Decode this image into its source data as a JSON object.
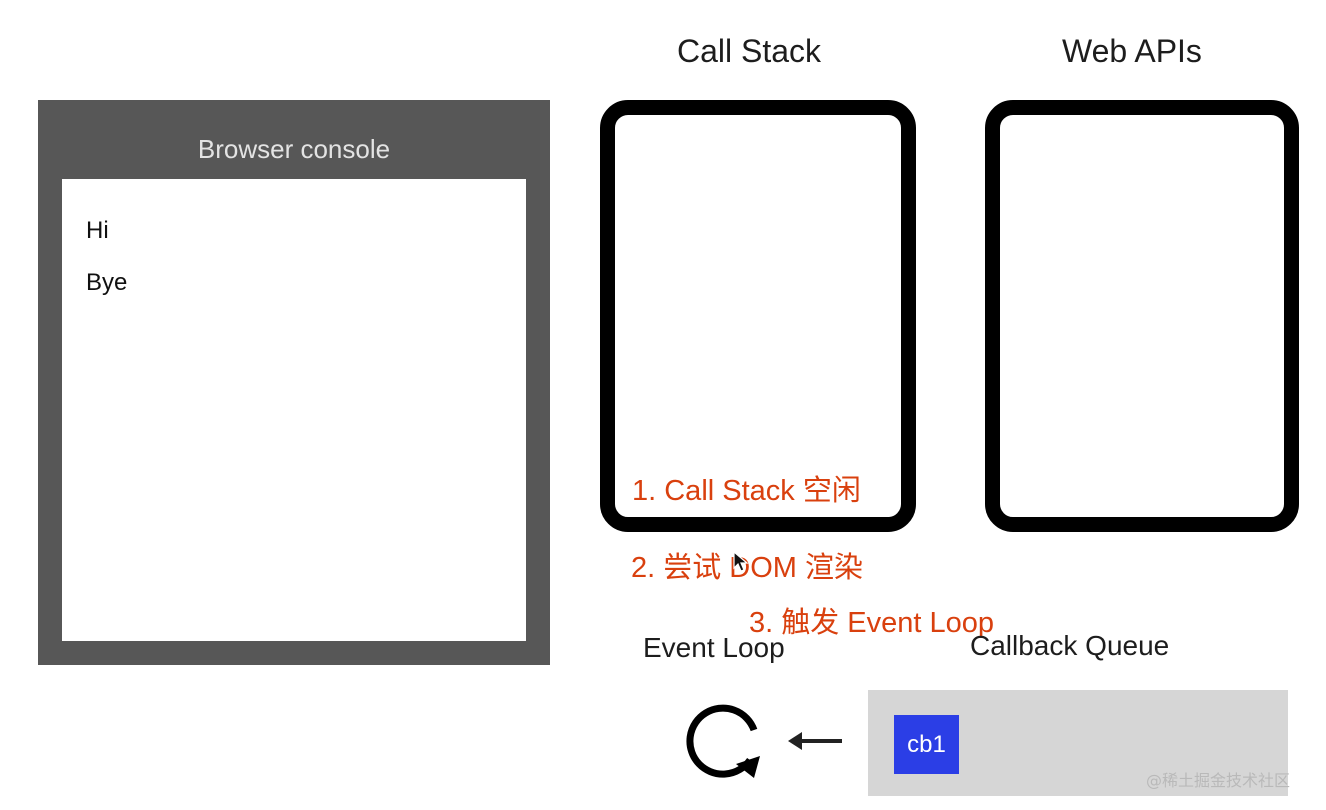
{
  "console": {
    "title": "Browser console",
    "lines": [
      "Hi",
      "Bye"
    ]
  },
  "call_stack": {
    "title": "Call Stack"
  },
  "web_apis": {
    "title": "Web APIs"
  },
  "annotations": [
    "1. Call Stack 空闲",
    "2. 尝试 DOM 渲染",
    "3. 触发 Event Loop"
  ],
  "event_loop": {
    "label": "Event Loop",
    "icon": "loop-icon"
  },
  "callback_queue": {
    "label": "Callback Queue",
    "items": [
      "cb1"
    ]
  },
  "watermark": "@稀土掘金技术社区",
  "colors": {
    "console_frame": "#575757",
    "annotation": "#d9400e",
    "queue_bg": "#d6d6d6",
    "callback_item": "#2b3ee6"
  }
}
